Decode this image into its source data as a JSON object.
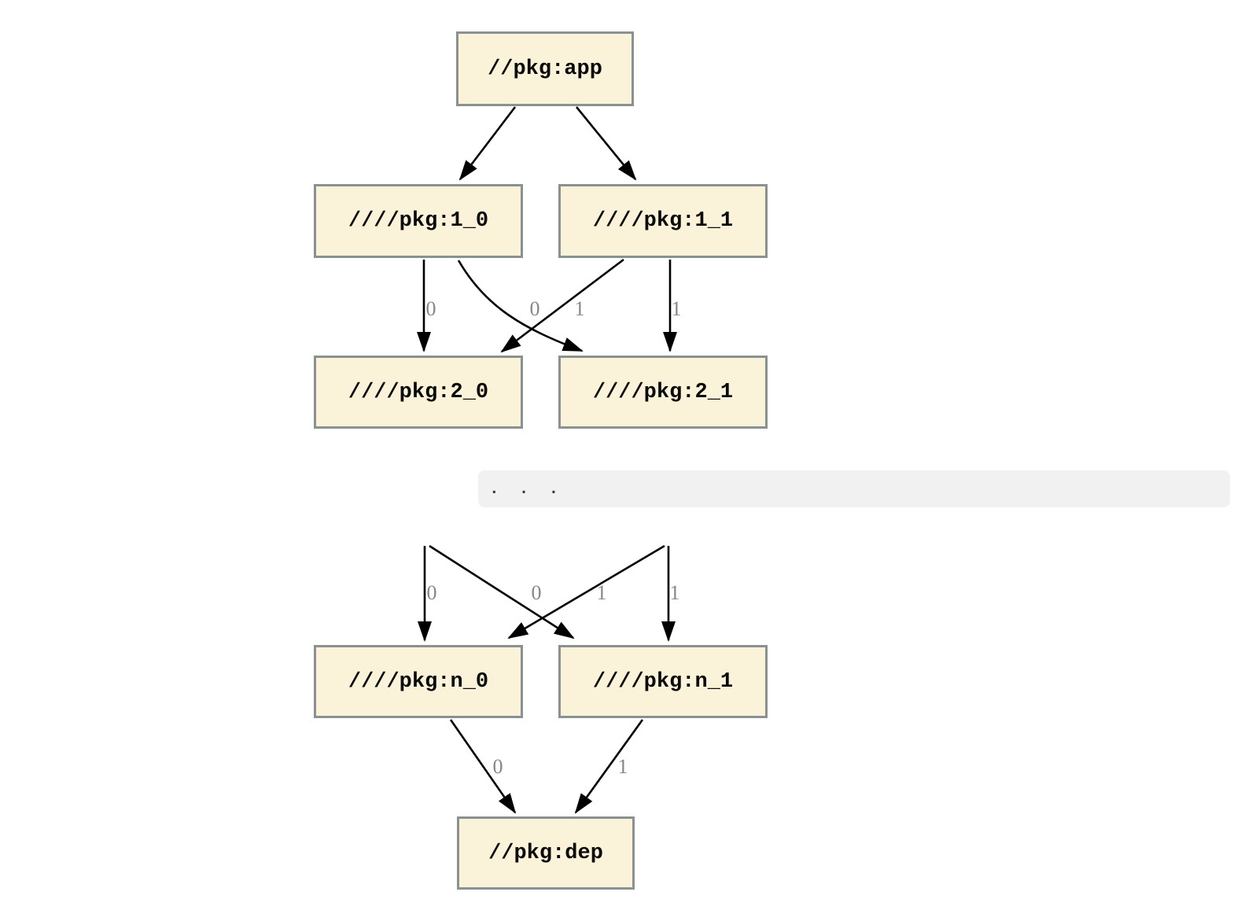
{
  "diagram": {
    "nodes": {
      "app": {
        "label": "//pkg:app"
      },
      "v1_0": {
        "label": "////pkg:1_0"
      },
      "v1_1": {
        "label": "////pkg:1_1"
      },
      "v2_0": {
        "label": "////pkg:2_0"
      },
      "v2_1": {
        "label": "////pkg:2_1"
      },
      "vn_0": {
        "label": "////pkg:n_0"
      },
      "vn_1": {
        "label": "////pkg:n_1"
      },
      "dep": {
        "label": "//pkg:dep"
      }
    },
    "edge_labels": {
      "e_1_0_to_2_0": "0",
      "e_1_1_to_2_0": "0",
      "e_1_0_to_2_1": "1",
      "e_1_1_to_2_1": "1",
      "e_elided_to_n_0": "0",
      "e_elided_cross_to_n_0": "0",
      "e_elided_cross_to_n_1": "1",
      "e_elided_to_n_1": "1",
      "e_n_0_to_dep": "0",
      "e_n_1_to_dep": "1"
    },
    "ellipsis": ".  .  .",
    "colors": {
      "node_fill": "#fbf3d9",
      "node_border": "#8a9191",
      "edge": "#000000",
      "edge_label": "#878787",
      "code_block_bg": "#f1f1f1"
    }
  }
}
